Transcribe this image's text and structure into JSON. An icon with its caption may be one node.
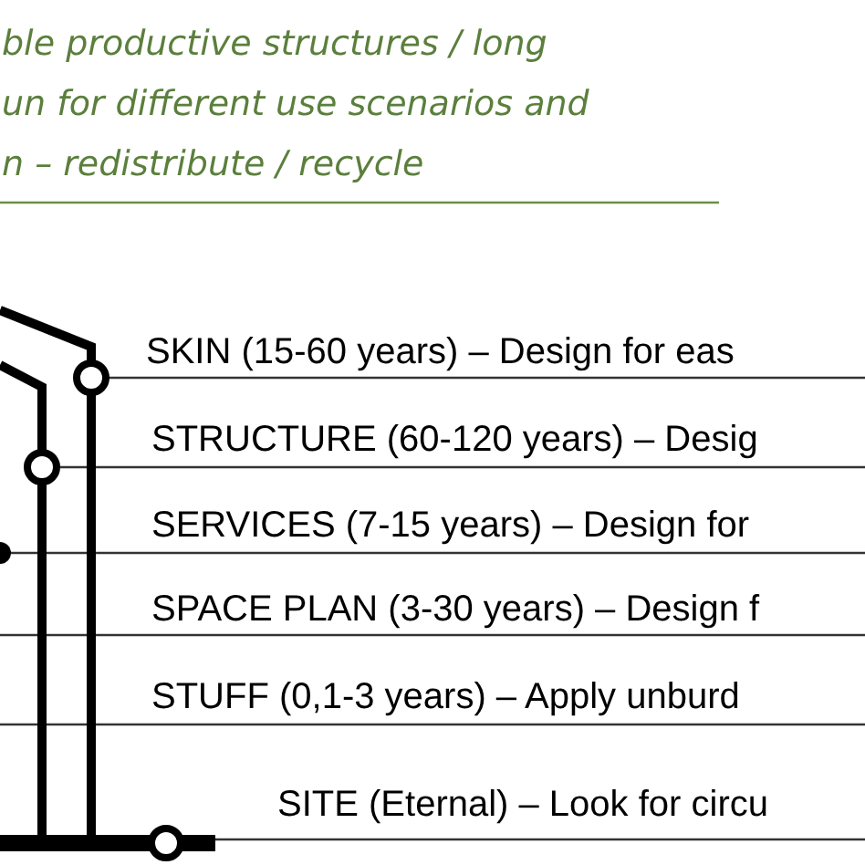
{
  "diagram": {
    "labels": [
      "ble productive structures / long",
      "un for different use scenarios and",
      "n – redistribute / recycle",
      "SKIN (15-60 years) – Design for eas",
      "STRUCTURE (60-120 years) – Desig",
      "SERVICES (7-15 years) – Design for",
      "SPACE PLAN (3-30 years) – Design f",
      "STUFF (0,1-3 years) – Apply unburd",
      "SITE (Eternal) – Look for circu"
    ]
  }
}
